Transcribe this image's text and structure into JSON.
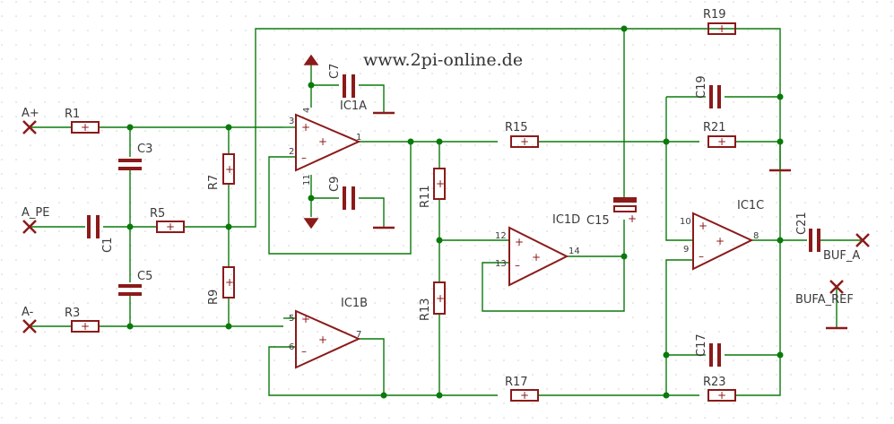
{
  "watermark": "www.2pi-online.de",
  "labels": {
    "a_plus": "A+",
    "a_pe": "A_PE",
    "a_minus": "A-",
    "r1": "R1",
    "r3": "R3",
    "r5": "R5",
    "r7": "R7",
    "r9": "R9",
    "r11": "R11",
    "r13": "R13",
    "r15": "R15",
    "r17": "R17",
    "r19": "R19",
    "r21": "R21",
    "r23": "R23",
    "c1": "C1",
    "c3": "C3",
    "c5": "C5",
    "c7": "C7",
    "c9": "C9",
    "c15": "C15",
    "c17": "C17",
    "c19": "C19",
    "c21": "C21",
    "ic1a": "IC1A",
    "ic1b": "IC1B",
    "ic1c": "IC1C",
    "ic1d": "IC1D",
    "buf_a": "BUF_A",
    "bufa_ref": "BUFA_REF"
  },
  "pins": {
    "ic1a_3": "3",
    "ic1a_2": "2",
    "ic1a_1": "1",
    "ic1a_4": "4",
    "ic1a_11": "11",
    "ic1b_5": "5",
    "ic1b_6": "6",
    "ic1b_7": "7",
    "ic1d_12": "12",
    "ic1d_13": "13",
    "ic1d_14": "14",
    "ic1c_10": "10",
    "ic1c_9": "9",
    "ic1c_8": "8"
  },
  "colors": {
    "wire": "#0a7a0a",
    "part": "#8b1a1a",
    "grid": "#d9d9d9"
  }
}
